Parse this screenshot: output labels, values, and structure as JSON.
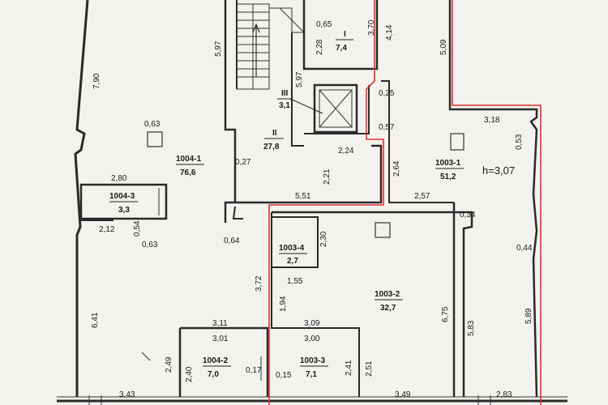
{
  "labels": [
    {
      "id": "dim-790",
      "text": "7,90"
    },
    {
      "id": "dim-597a",
      "text": "5,97"
    },
    {
      "id": "dim-597b",
      "text": "5,97"
    },
    {
      "id": "dim-065",
      "text": "0,65"
    },
    {
      "id": "dim-228",
      "text": "2,28"
    },
    {
      "id": "dim-370",
      "text": "3,70"
    },
    {
      "id": "dim-414",
      "text": "4,14"
    },
    {
      "id": "dim-509",
      "text": "5,09"
    },
    {
      "id": "dim-025",
      "text": "0,25"
    },
    {
      "id": "dim-057",
      "text": "0,57"
    },
    {
      "id": "dim-318",
      "text": "3,18"
    },
    {
      "id": "dim-053",
      "text": "0,53"
    },
    {
      "id": "dim-063a",
      "text": "0,63"
    },
    {
      "id": "dim-027",
      "text": "0,27"
    },
    {
      "id": "dim-224",
      "text": "2,24"
    },
    {
      "id": "dim-221",
      "text": "2,21"
    },
    {
      "id": "dim-264",
      "text": "2,64"
    },
    {
      "id": "dim-280",
      "text": "2,80"
    },
    {
      "id": "dim-551",
      "text": "5,51"
    },
    {
      "id": "dim-257",
      "text": "2,57"
    },
    {
      "id": "dim-034",
      "text": "0,34"
    },
    {
      "id": "dim-212",
      "text": "2,12"
    },
    {
      "id": "dim-054",
      "text": "0,54"
    },
    {
      "id": "dim-063b",
      "text": "0,63"
    },
    {
      "id": "dim-064",
      "text": "0,64"
    },
    {
      "id": "dim-230",
      "text": "2,30"
    },
    {
      "id": "dim-044",
      "text": "0,44"
    },
    {
      "id": "dim-372",
      "text": "3,72"
    },
    {
      "id": "dim-155",
      "text": "1,55"
    },
    {
      "id": "dim-641",
      "text": "6,41"
    },
    {
      "id": "dim-194",
      "text": "1,94"
    },
    {
      "id": "dim-675",
      "text": "6,75"
    },
    {
      "id": "dim-583",
      "text": "5,83"
    },
    {
      "id": "dim-589",
      "text": "5,89"
    },
    {
      "id": "dim-311",
      "text": "3,11"
    },
    {
      "id": "dim-309",
      "text": "3,09"
    },
    {
      "id": "dim-301",
      "text": "3,01"
    },
    {
      "id": "dim-300",
      "text": "3,00"
    },
    {
      "id": "dim-249",
      "text": "2,49"
    },
    {
      "id": "dim-240",
      "text": "2,40"
    },
    {
      "id": "dim-017",
      "text": "0,17"
    },
    {
      "id": "dim-015",
      "text": "0,15"
    },
    {
      "id": "dim-241",
      "text": "2,41"
    },
    {
      "id": "dim-251",
      "text": "2,51"
    },
    {
      "id": "dim-343",
      "text": "3,43"
    },
    {
      "id": "dim-349",
      "text": "3,49"
    },
    {
      "id": "dim-283",
      "text": "2,83"
    },
    {
      "id": "room-I",
      "text": "I"
    },
    {
      "id": "area-I",
      "text": "7,4"
    },
    {
      "id": "room-III",
      "text": "III"
    },
    {
      "id": "area-III",
      "text": "3,1"
    },
    {
      "id": "room-II",
      "text": "II"
    },
    {
      "id": "area-II",
      "text": "27,8"
    },
    {
      "id": "room-1004-1",
      "text": "1004-1"
    },
    {
      "id": "area-1004-1",
      "text": "76,6"
    },
    {
      "id": "room-1004-3",
      "text": "1004-3"
    },
    {
      "id": "area-1004-3",
      "text": "3,3"
    },
    {
      "id": "room-1003-1",
      "text": "1003-1"
    },
    {
      "id": "area-1003-1",
      "text": "51,2"
    },
    {
      "id": "height",
      "text": "h=3,07"
    },
    {
      "id": "room-1003-4",
      "text": "1003-4"
    },
    {
      "id": "area-1003-4",
      "text": "2,7"
    },
    {
      "id": "room-1003-2",
      "text": "1003-2"
    },
    {
      "id": "area-1003-2",
      "text": "32,7"
    },
    {
      "id": "room-1004-2",
      "text": "1004-2"
    },
    {
      "id": "area-1004-2",
      "text": "7,0"
    },
    {
      "id": "room-1003-3",
      "text": "1003-3"
    },
    {
      "id": "area-1003-3",
      "text": "7,1"
    }
  ]
}
